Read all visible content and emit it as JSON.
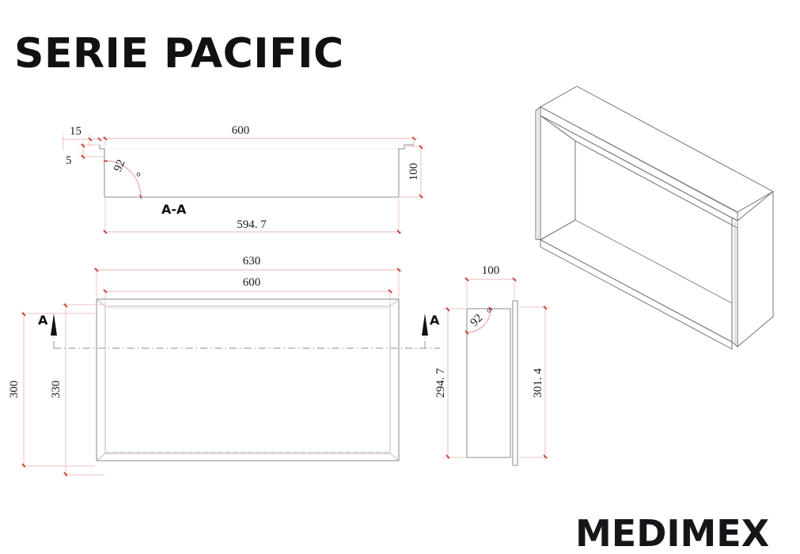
{
  "document": {
    "title": "SERIE PACIFIC",
    "brand": "MEDIMEX",
    "background_color": "#ffffff",
    "dimension_line_color": "#eeb6b6",
    "object_line_color": "#8d8d93",
    "text_color": "#1a1a1a"
  },
  "views": {
    "section_aa": {
      "label": "A-A",
      "dimensions": {
        "notch_width": "15",
        "notch_depth": "5",
        "overall_length": "600",
        "height": "100",
        "inner_length": "594. 7",
        "angle": "92",
        "angle_unit": "°"
      }
    },
    "front_view": {
      "dimensions": {
        "outer_width": "630",
        "inner_width": "600",
        "outer_height": "300",
        "inner_height": "330"
      },
      "section_marker_left": "A",
      "section_marker_right": "A"
    },
    "side_view": {
      "dimensions": {
        "depth": "100",
        "angle": "92",
        "angle_unit": "°",
        "inner_height": "294. 7",
        "outer_height": "301. 4"
      },
      "section_marker": "A"
    },
    "isometric_view": {
      "name": "3d-niche-box"
    }
  }
}
